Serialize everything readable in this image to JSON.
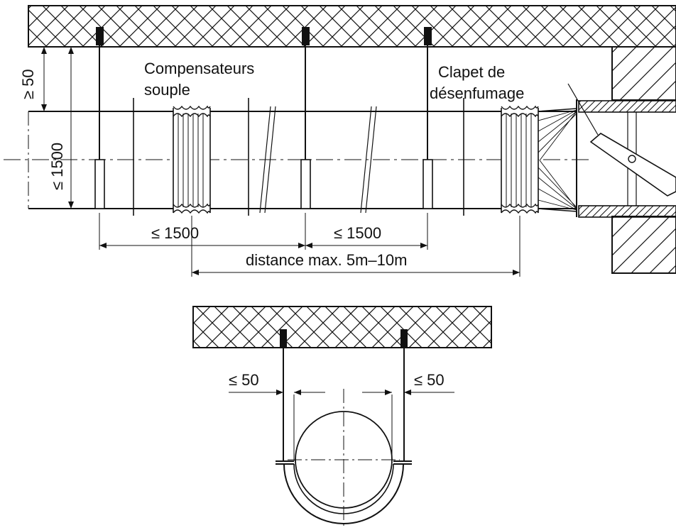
{
  "labels": {
    "compensateurs_line1": "Compensateurs",
    "compensateurs_line2": "souple",
    "clapet_line1": "Clapet de",
    "clapet_line2": "désenfumage",
    "dim_top_gap": "≥ 50",
    "dim_duct_height": "≤ 1500",
    "dim_hanger_span_left": "≤ 1500",
    "dim_hanger_span_right": "≤ 1500",
    "dim_compensator_distance": "distance max. 5m–10m",
    "dim_side_left": "≤ 50",
    "dim_side_right": "≤ 50"
  },
  "colors": {
    "line": "#111111",
    "background": "#ffffff"
  }
}
